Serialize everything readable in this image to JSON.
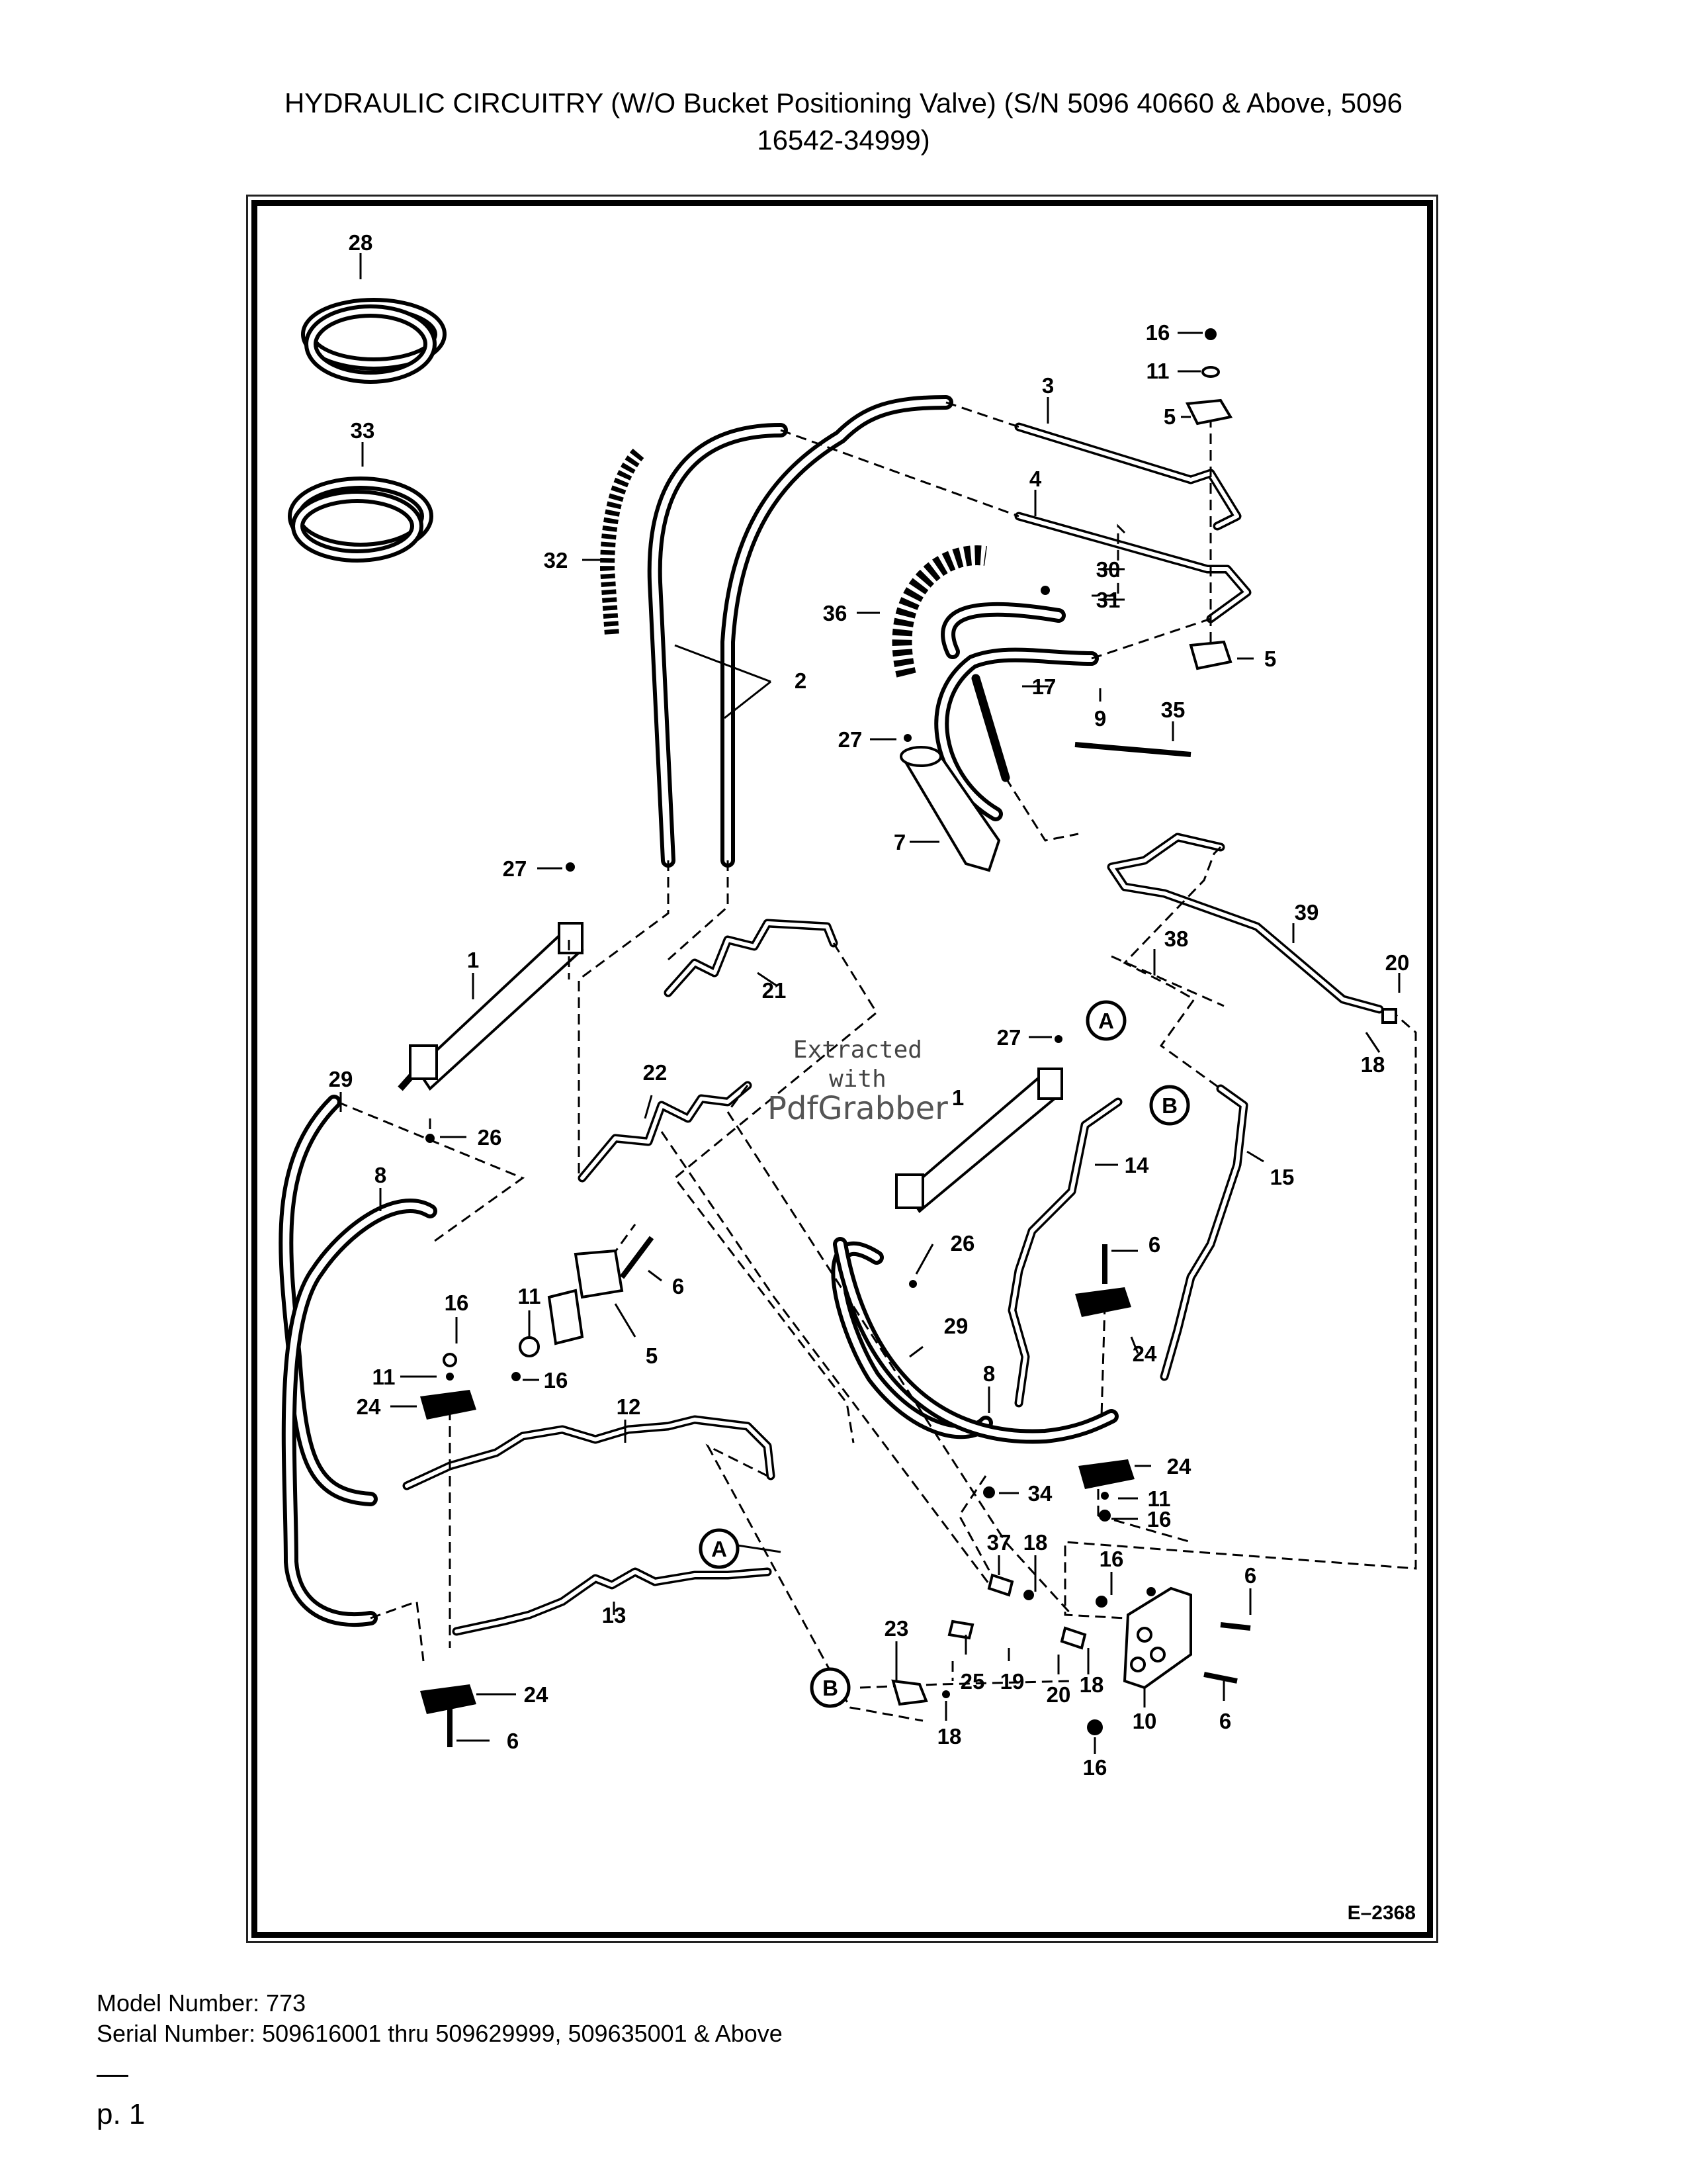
{
  "title_line1": "HYDRAULIC CIRCUITRY (W/O Bucket Positioning Valve) (S/N 5096 40660 & Above, 5096",
  "title_line2": "16542-34999)",
  "diagram_code": "E–2368",
  "callouts": {
    "c28": "28",
    "c33": "33",
    "c32": "32",
    "c2": "2",
    "c16a": "16",
    "c11a": "11",
    "c5a": "5",
    "c3": "3",
    "c4": "4",
    "c30": "30",
    "c31": "31",
    "c36": "36",
    "c17": "17",
    "c9": "9",
    "c5b": "5",
    "c35": "35",
    "c27a": "27",
    "c7": "7",
    "c27b": "27",
    "c1a": "1",
    "c21": "21",
    "c39": "39",
    "c38": "38",
    "c20a": "20",
    "c18a": "18",
    "c27c": "27",
    "c29a": "29",
    "c26a": "26",
    "c22": "22",
    "c1b": "1",
    "c14": "14",
    "c15": "15",
    "c8a": "8",
    "c6a": "6",
    "c11b": "11",
    "c5c": "5",
    "c16b": "16",
    "c16c": "16",
    "c11c": "11",
    "c24a": "24",
    "c26b": "26",
    "c6b": "6",
    "c29b": "29",
    "c24b": "24",
    "c8b": "8",
    "c12": "12",
    "c24c": "24",
    "c11d": "11",
    "c16d": "16",
    "c34": "34",
    "c37": "37",
    "c18b": "18",
    "c16e": "16",
    "c6c": "6",
    "c13": "13",
    "c23": "23",
    "c25": "25",
    "c19": "19",
    "c20b": "20",
    "c18c": "18",
    "c10": "10",
    "c6d": "6",
    "c18d": "18",
    "c16f": "16",
    "c24d": "24",
    "c6e": "6"
  },
  "connectors": {
    "A1": "A",
    "A2": "A",
    "B1": "B",
    "B2": "B"
  },
  "watermark": {
    "line1": "Extracted",
    "line2": "with",
    "brand": "PdfGrabber"
  },
  "footer": {
    "model": "Model Number: 773",
    "serial": "Serial Number: 509616001 thru 509629999, 509635001 & Above"
  },
  "page": "p. 1"
}
